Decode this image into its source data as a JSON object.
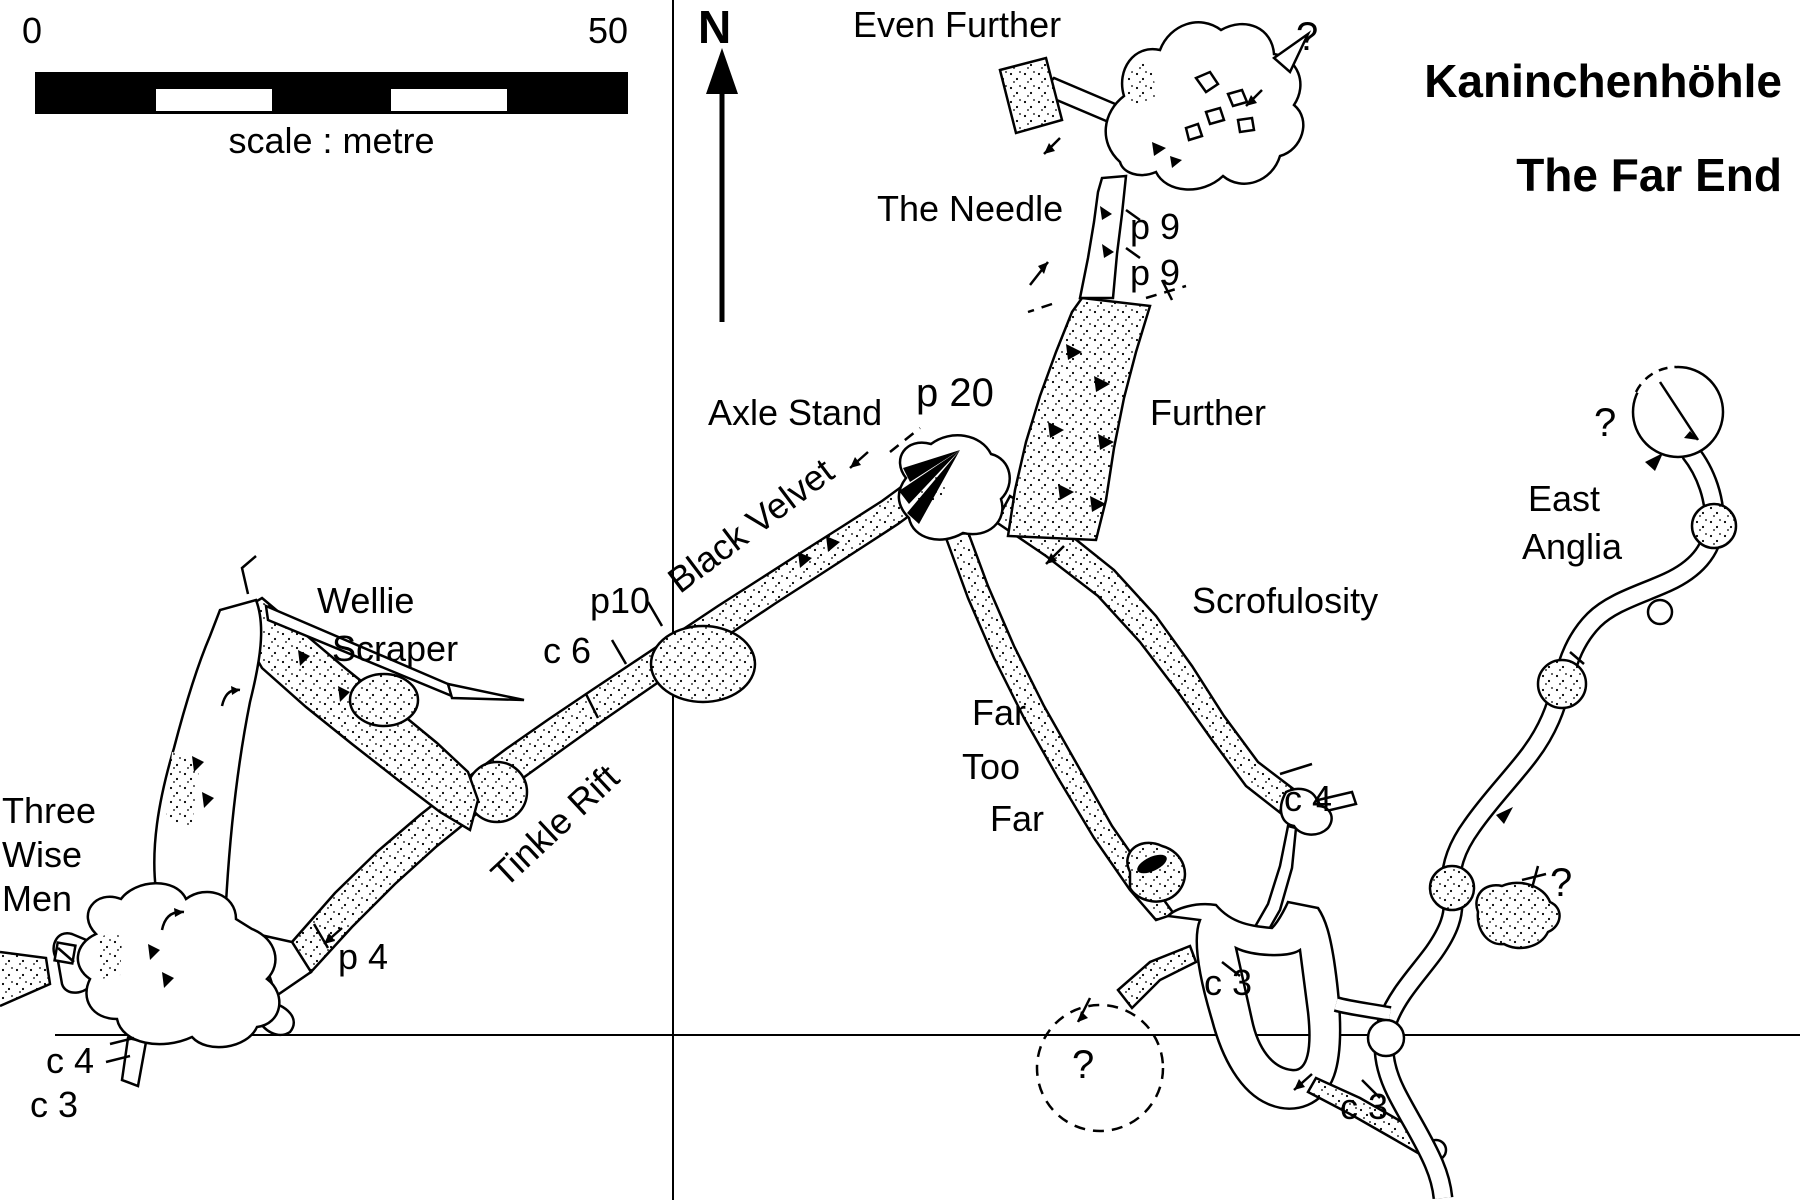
{
  "map": {
    "title_line1": "Kaninchenhöhle",
    "title_line2": "The Far End",
    "north_label": "N",
    "scale": {
      "start": "0",
      "end": "50",
      "caption": "scale : metre"
    }
  },
  "passages": {
    "even_further": "Even Further",
    "the_needle": "The Needle",
    "further": "Further",
    "axle_stand": "Axle Stand",
    "black_velvet": "Black Velvet",
    "tinkle_rift": "Tinkle Rift",
    "wellie_line1": "Wellie",
    "wellie_line2": "Scraper",
    "three_wise_line1": "Three",
    "three_wise_line2": "Wise",
    "three_wise_line3": "Men",
    "far_line1": "Far",
    "far_line2": "Too",
    "far_line3": "Far",
    "scrofulosity": "Scrofulosity",
    "east_anglia_line1": "East",
    "east_anglia_line2": "Anglia"
  },
  "markers": {
    "p20": "p 20",
    "p9_upper": "p 9",
    "p9_lower": "p 9",
    "p10": "p10",
    "p4": "p 4",
    "c6": "c 6",
    "c4_east": "c 4",
    "c4_west": "c 4",
    "c3_west": "c 3",
    "c3_mid": "c 3",
    "c3_east": "c 3",
    "q_even_further": "?",
    "q_east_anglia": "?",
    "q_east": "?",
    "q_bottom": "?"
  }
}
